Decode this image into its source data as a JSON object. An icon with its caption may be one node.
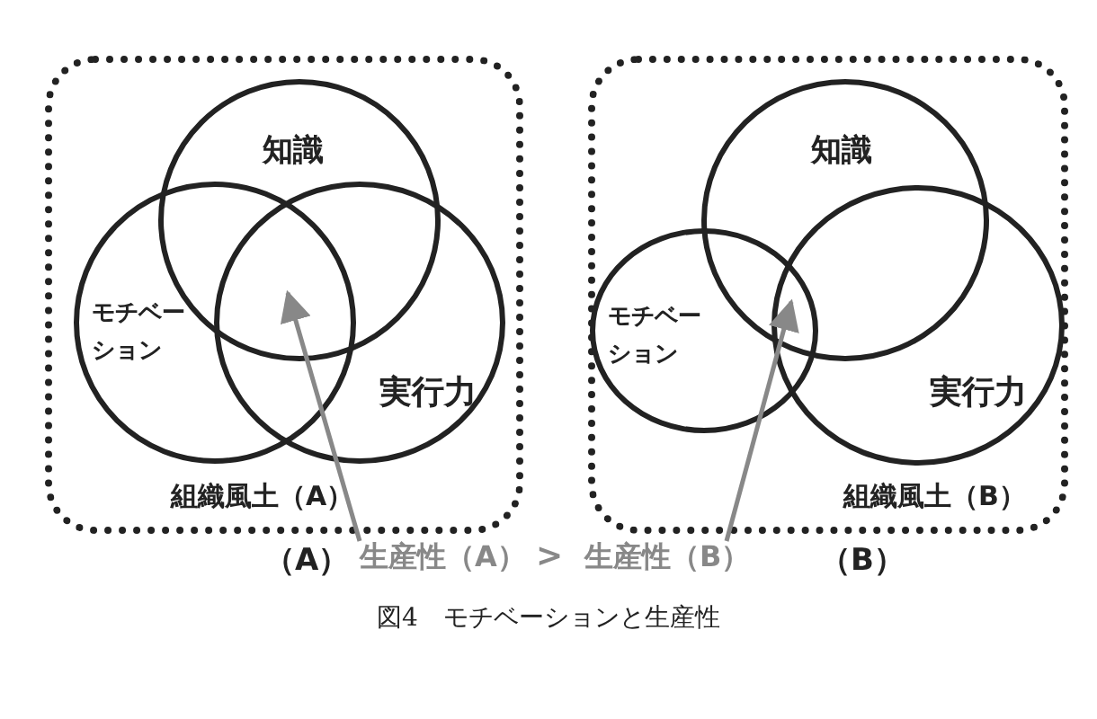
{
  "diagram": {
    "caption": "図4　モチベーションと生産性",
    "nodes": [
      {
        "text": [
          "組織風土（A）"
        ]
      },
      {
        "text": [
          "知識"
        ],
        "in": 0
      },
      {
        "text": [
          "モチベーション"
        ],
        "in": 0
      },
      {
        "text": [
          "実行力"
        ],
        "in": 0
      },
      {
        "text": [
          "組織風土（B）"
        ]
      },
      {
        "text": [
          "知識"
        ],
        "in": 4
      },
      {
        "text": [
          "モチベーション"
        ],
        "in": 4
      },
      {
        "text": [
          "実行力"
        ],
        "in": 4
      },
      {
        "text": [
          "生産性（A）"
        ]
      },
      {
        "text": [
          "生産性（B）"
        ]
      }
    ],
    "edges": [
      {
        "from": 8,
        "to": 1,
        "arrow": "to"
      },
      {
        "from": 9,
        "to": 6,
        "arrow": "to"
      }
    ],
    "labels": [
      "（A）",
      ">",
      "（B）"
    ]
  }
}
